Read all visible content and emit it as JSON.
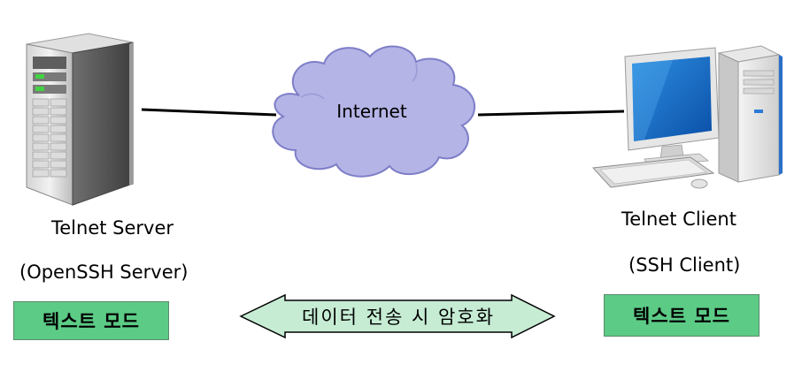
{
  "internet_label": "Internet",
  "server": {
    "title": "Telnet Server",
    "subtitle": "(OpenSSH Server)",
    "mode_label": "텍스트 모드"
  },
  "client": {
    "title": "Telnet Client",
    "subtitle": "(SSH Client)",
    "mode_label": "텍스트 모드"
  },
  "arrow_label": "데이터 전송 시 암호화",
  "colors": {
    "mode_box": "#5ccb86",
    "arrow_fill": "#c6ecd4",
    "cloud_fill": "#b4b4e6",
    "cloud_stroke": "#7e7ec8"
  }
}
